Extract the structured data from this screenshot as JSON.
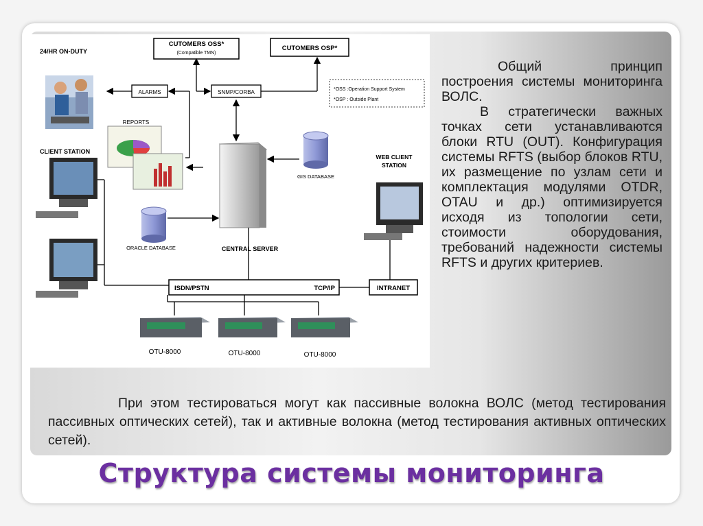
{
  "slide": {
    "title": "Структура системы мониторинга",
    "right_paragraph_1": "Общий принцип построения системы мониторинга ВОЛС.",
    "right_paragraph_2": "В стратегически важных точках сети устанавливаются блоки RTU (OUT). Конфигурация системы RFTS (выбор блоков RTU, их размещение по узлам сети и комплектация модулями OTDR, OTAU и др.) оптимизируется исходя из топологии сети, стоимости оборудования, требований надежности системы RFTS и других критериев.",
    "bottom_paragraph": "При этом тестироваться могут как пассивные волокна ВОЛС (метод тестирования пассивных оптических сетей), так и активные волокна (метод тестирования активных оптических сетей)."
  },
  "diagram": {
    "on_duty": "24/HR ON-DUTY",
    "client_station": "CLIENT STATION",
    "alarms": "ALARMS",
    "reports": "REPORTS",
    "oss_title": "CUTOMERS OSS*",
    "oss_sub": "(Compatible TMN)",
    "osp_title": "CUTOMERS OSP*",
    "snmp": "SNMP/CORBA",
    "note_oss": "*OSS :Operation Support System",
    "note_osp": "*OSP : Outside Plant",
    "gis": "GIS DATABASE",
    "web_client_1": "WEB CLIENT",
    "web_client_2": "STATION",
    "oracle": "ORACLE DATABASE",
    "central_server": "CENTRAL SERVER",
    "isdn": "ISDN/PSTN",
    "tcpip": "TCP/IP",
    "intranet": "INTRANET",
    "otu_1": "OTU-8000",
    "otu_2": "OTU-8000",
    "otu_3": "OTU-8000"
  }
}
